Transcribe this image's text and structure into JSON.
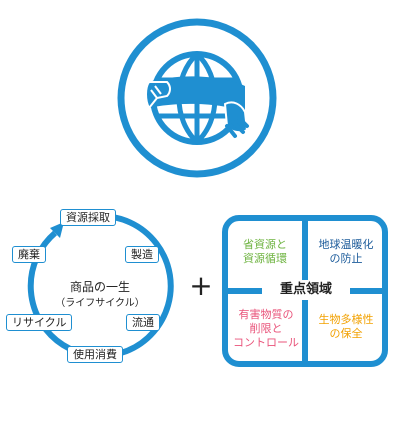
{
  "colors": {
    "primary_blue": "#1f8fd1",
    "green": "#6db33f",
    "navy": "#1d5c9b",
    "pink": "#e9537a",
    "orange": "#f2a100",
    "text": "#222222"
  },
  "logo": {
    "icon": "globe-with-hands-icon"
  },
  "cycle": {
    "title": "商品の一生",
    "subtitle": "（ライフサイクル）",
    "stages": [
      "資源採取",
      "製造",
      "流通",
      "使用消費",
      "リサイクル",
      "廃棄"
    ]
  },
  "operator": {
    "symbol": "+"
  },
  "focus": {
    "title": "重点領域",
    "quadrants": [
      {
        "lines": [
          "省資源と",
          "資源循環"
        ]
      },
      {
        "lines": [
          "地球温暖化",
          "の防止"
        ]
      },
      {
        "lines": [
          "有害物質の",
          "削限と",
          "コントロール"
        ]
      },
      {
        "lines": [
          "生物多様性",
          "の保全"
        ]
      }
    ]
  }
}
